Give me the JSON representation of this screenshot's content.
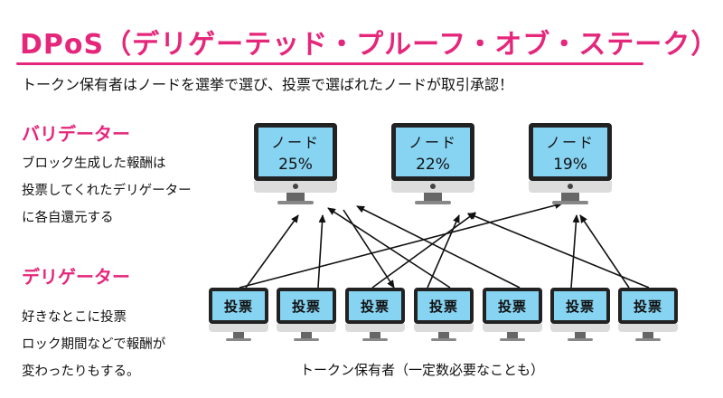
{
  "title": "DPoS（デリゲーテッド・プルーフ・オブ・ステーク）",
  "subtitle": "トークン保有者はノードを選挙で選び、投票で選ばれたノードが取引承認！",
  "validator": {
    "heading": "バリデーター",
    "lines": [
      "ブロック生成した報酬は",
      "投票してくれたデリゲーター",
      "に各自還元する"
    ]
  },
  "delegator": {
    "heading": "デリゲーター",
    "lines": [
      "好きなとこに投票",
      "ロック期間などで報酬が",
      "変わったりもする。"
    ]
  },
  "nodes": [
    {
      "label": "ノード",
      "share": "25%"
    },
    {
      "label": "ノード",
      "share": "22%"
    },
    {
      "label": "ノード",
      "share": "19%"
    }
  ],
  "voters": [
    {
      "label": "投票"
    },
    {
      "label": "投票"
    },
    {
      "label": "投票"
    },
    {
      "label": "投票"
    },
    {
      "label": "投票"
    },
    {
      "label": "投票"
    },
    {
      "label": "投票"
    }
  ],
  "footer": "トークン保有者（一定数必要なことも）",
  "colors": {
    "accent": "#e5277b",
    "screen": "#87d3f2",
    "bezel": "#222222"
  }
}
